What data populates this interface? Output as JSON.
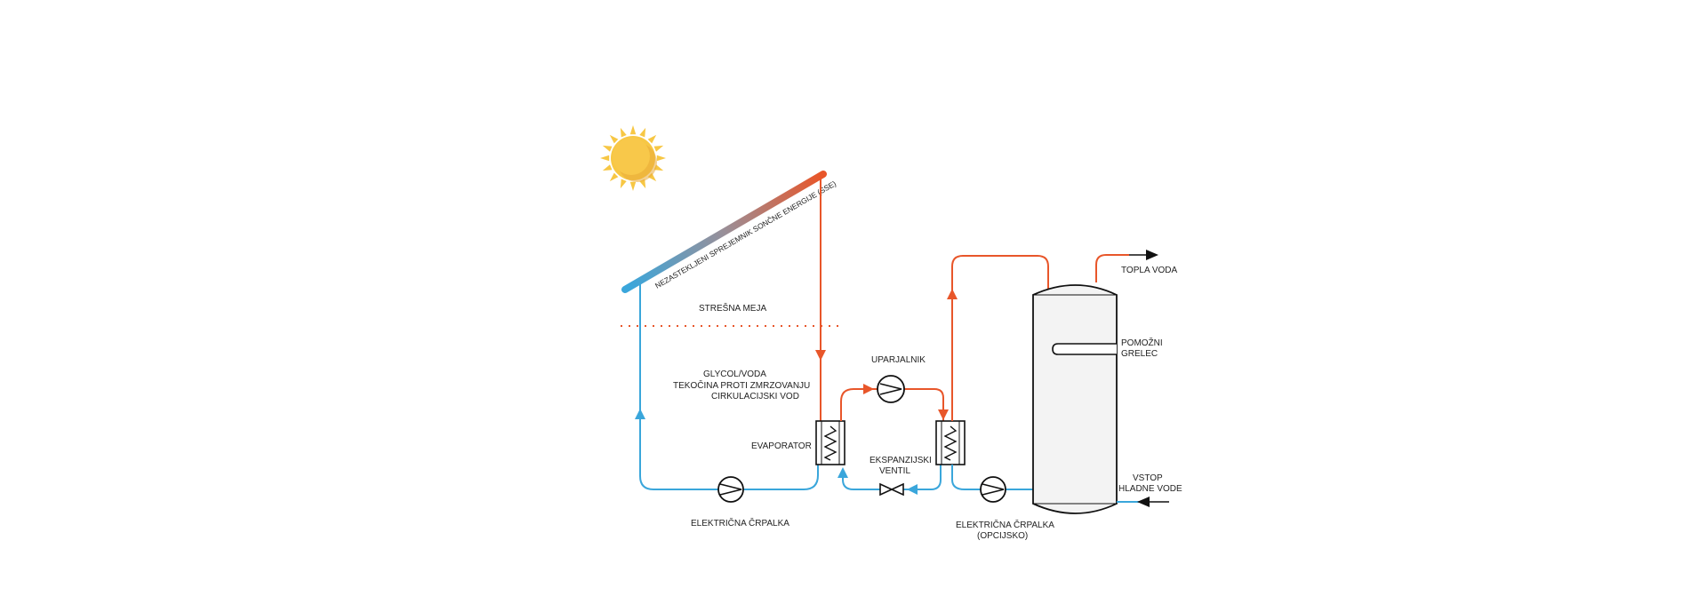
{
  "colors": {
    "hot": "#E8562A",
    "cold": "#3AA6DB",
    "dark": "#111111",
    "sun": "#F7C744",
    "sun_shadow": "#E9A93A",
    "roof_line": "#E8562A",
    "tank_fill": "#F3F3F3"
  },
  "labels": {
    "collector": "NEZASTEKLJENI SPREJEMNIK SONČNE ENERGIJE (SSE)",
    "roof": "STREŠNA MEJA",
    "glycol_1": "GLYCOL/VODA",
    "glycol_2": "TEKOČINA PROTI ZMRZOVANJU",
    "glycol_3": "CIRKULACIJSKI VOD",
    "evaporator": "EVAPORATOR",
    "uparjalnik": "UPARJALNIK",
    "expansion_1": "EKSPANZIJSKI",
    "expansion_2": "VENTIL",
    "pump_1": "ELEKTRIČNA ČRPALKA",
    "pump_2_1": "ELEKTRIČNA ČRPALKA",
    "pump_2_2": "(OPCIJSKO)",
    "heater_1": "POMOŽNI",
    "heater_2": "GRELEC",
    "hot_water": "TOPLA VODA",
    "cold_in_1": "VSTOP",
    "cold_in_2": "HLADNE VODE"
  },
  "icons": {
    "sun": "sun-icon",
    "pump": "pump-icon",
    "compressor": "compressor-icon",
    "valve": "expansion-valve-icon",
    "heat_exchanger": "heat-exchanger-icon",
    "tank": "storage-tank-icon"
  }
}
